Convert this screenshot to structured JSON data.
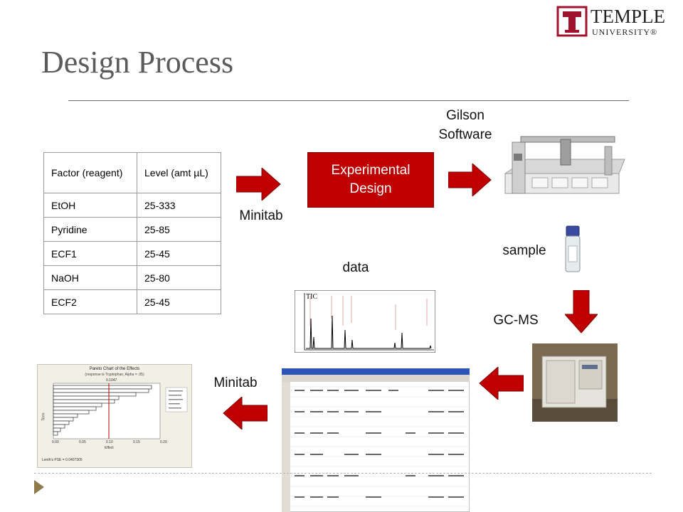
{
  "slide": {
    "title": "Design Process",
    "logo": {
      "name": "TEMPLE",
      "sub": "UNIVERSITY®"
    }
  },
  "table": {
    "headers": [
      "Factor (reagent)",
      "Level (amt µL)"
    ],
    "rows": [
      [
        "EtOH",
        "25-333"
      ],
      [
        "Pyridine",
        "25-85"
      ],
      [
        "ECF1",
        "25-45"
      ],
      [
        "NaOH",
        "25-80"
      ],
      [
        "ECF2",
        "25-45"
      ]
    ]
  },
  "labels": {
    "minitab_top": "Minitab",
    "experimental_design": "Experimental Design",
    "gilson": "Gilson Software",
    "sample": "sample",
    "data": "data",
    "gcms": "GC-MS",
    "minitab_bottom": "Minitab"
  },
  "pareto": {
    "title": "Pareto Chart of the Effects",
    "subtitle": "(response is Tryptophan, Alpha = .05)",
    "ref_value": "0.1047",
    "xlabel": "Effect",
    "ylabel": "Term",
    "xticks": [
      "0.00",
      "0.05",
      "0.10",
      "0.15",
      "0.20"
    ],
    "footer": "Lenth's PSE = 0.0407305"
  },
  "chromatogram": {
    "label": "TIC"
  },
  "colors": {
    "accent": "#c00000",
    "title": "#5b5b5b",
    "bullet": "#8e7a4a"
  }
}
